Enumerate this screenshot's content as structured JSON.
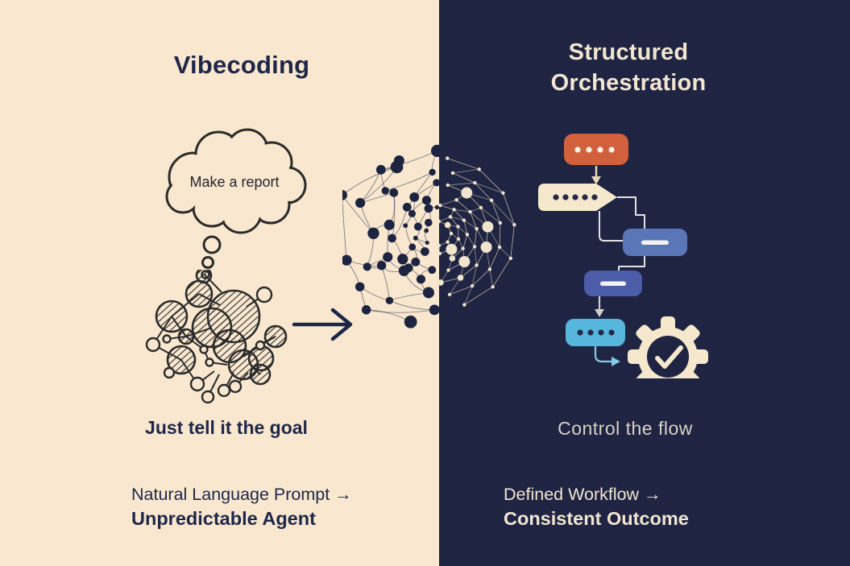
{
  "colors": {
    "cream_bg": "#f9e8cf",
    "navy_bg": "#1e2441",
    "ink": "#1f2749",
    "cream_text": "#f2e6d3",
    "muted_cream": "#d9d2c8",
    "orange": "#d2603c",
    "blue": "#5b76b7",
    "indigo": "#4c5ca9",
    "cyan": "#57b6dc",
    "cream_node": "#f6e8cd",
    "dot_light": "#f7f3ea",
    "dot_dark": "#232a47",
    "connector": "#e3e3e3",
    "sketch_ink": "#2b2b2b",
    "net_left_dot": "#1d2440",
    "net_right_dot": "#f1e4cc",
    "net_left_line": "#2a3050",
    "net_right_line": "#cfc4b4"
  },
  "left_panel": {
    "title": "Vibecoding",
    "thought_bubble": {
      "text": "Make a report"
    },
    "caption": "Just tell it the goal",
    "summary_line1": "Natural Language Prompt →",
    "summary_line2": "Unpredictable Agent"
  },
  "right_panel": {
    "title": "Structured Orchestration",
    "caption": "Control the flow",
    "summary_line1": "Defined Workflow →",
    "summary_line2": "Consistent Outcome",
    "flowchart": {
      "nodes": [
        {
          "name": "prompt-node",
          "shape": "rounded-rect",
          "color_key": "orange",
          "glyph": "four-dots"
        },
        {
          "name": "parser-node",
          "shape": "tag-pentagon",
          "color_key": "cream_node",
          "glyph": "five-dots"
        },
        {
          "name": "step-node-1",
          "shape": "rounded-rect",
          "color_key": "blue",
          "glyph": "dash"
        },
        {
          "name": "step-node-2",
          "shape": "rounded-rect",
          "color_key": "indigo",
          "glyph": "dash"
        },
        {
          "name": "output-node",
          "shape": "rounded-rect",
          "color_key": "cyan",
          "glyph": "four-dots"
        },
        {
          "name": "gear-check",
          "shape": "gear",
          "color_key": "cream_node",
          "glyph": "checkmark"
        }
      ]
    }
  },
  "center_graphic": {
    "name": "split-network-spiral",
    "left_style": "chaotic-dark-dots",
    "right_style": "concentric-light-dots"
  }
}
